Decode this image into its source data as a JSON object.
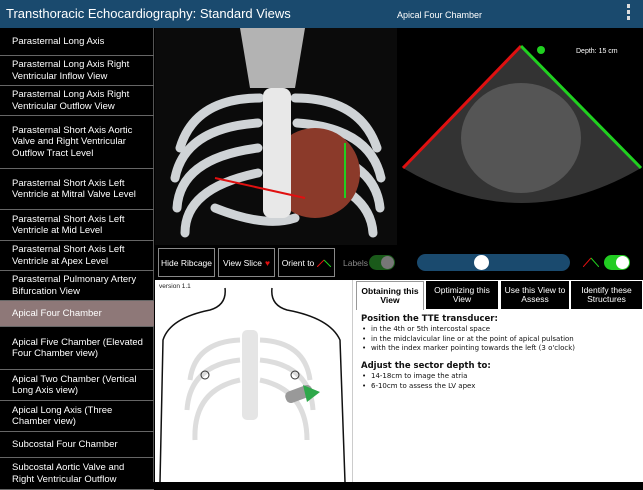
{
  "header": {
    "title": "Transthoracic Echocardiography: Standard Views",
    "subtitle": "Apical Four Chamber",
    "menu_icon": "vertical-dots-icon"
  },
  "sidebar": {
    "selected": "Apical Four Chamber",
    "items": [
      {
        "label": "Parasternal Long Axis"
      },
      {
        "label": "Parasternal Long Axis Right Ventricular Inflow View"
      },
      {
        "label": "Parasternal Long Axis Right Ventricular Outflow View"
      },
      {
        "label": "Parasternal Short Axis Aortic Valve and Right Ventricular Outflow Tract Level"
      },
      {
        "label": "Parasternal Short Axis Left Ventricle at Mitral Valve Level"
      },
      {
        "label": "Parasternal Short Axis Left Ventricle at Mid Level"
      },
      {
        "label": "Parasternal Short Axis Left Ventricle at Apex Level"
      },
      {
        "label": "Parasternal Pulmonary Artery Bifurcation View"
      },
      {
        "label": "Apical Four Chamber"
      },
      {
        "label": "Apical Five Chamber (Elevated Four Chamber view)"
      },
      {
        "label": "Apical Two Chamber (Vertical Long Axis view)"
      },
      {
        "label": "Apical Long Axis (Three Chamber view)"
      },
      {
        "label": "Subcostal Four Chamber"
      },
      {
        "label": "Subcostal Aortic Valve and Right Ventricular Outflow"
      }
    ]
  },
  "echo": {
    "depth_label": "Depth: 15 cm"
  },
  "controls": {
    "hide_ribcage": "Hide Ribcage",
    "view_slice": "View Slice",
    "orient_to": "Orient to",
    "labels": "Labels",
    "labels_on": true,
    "slider_value": 0.5,
    "orient_toggle_on": true
  },
  "diagram": {
    "version": "version 1.1"
  },
  "tabs": [
    {
      "label": "Obtaining this View",
      "active": true
    },
    {
      "label": "Optimizing this View"
    },
    {
      "label": "Use this View to Assess"
    },
    {
      "label": "Identify these Structures"
    }
  ],
  "content": {
    "h1": "Position the TTE transducer:",
    "list1": [
      "in the 4th or 5th intercostal space",
      "in the midclavicular line or at the point of apical pulsation",
      "with the index marker pointing towards the left (3 o'clock)"
    ],
    "h2": "Adjust the sector depth to:",
    "list2": [
      "14-18cm to image the atria",
      "6-10cm to assess the LV apex"
    ]
  },
  "colors": {
    "header": "#1a4a6e",
    "selected": "#8e7878",
    "red_line": "#e01010",
    "green_line": "#20d020",
    "toggle_on": "#22cc22"
  }
}
